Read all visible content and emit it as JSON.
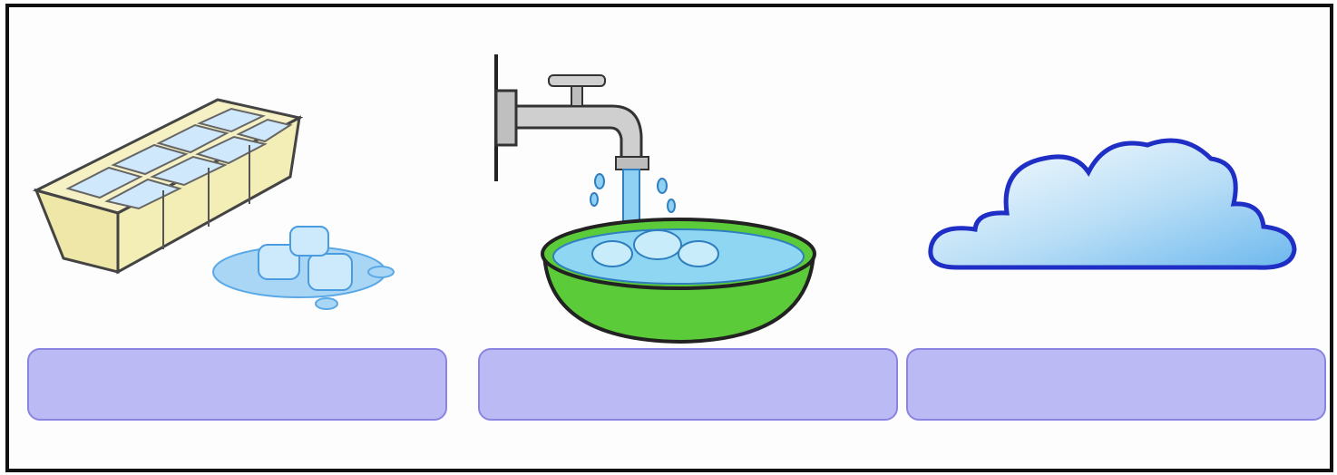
{
  "colors": {
    "slot_fill": "#bcbaf4",
    "slot_border": "#8a85e0",
    "frame": "#111111"
  },
  "pictures": [
    {
      "name": "ice-tray-picture",
      "icon": "ice-cube-tray-with-melting-ice"
    },
    {
      "name": "tap-water-picture",
      "icon": "tap-pouring-water-into-green-basin"
    },
    {
      "name": "cloud-picture",
      "icon": "cloud"
    }
  ],
  "answer_slots": [
    {
      "name": "answer-slot-ice",
      "value": ""
    },
    {
      "name": "answer-slot-water",
      "value": ""
    },
    {
      "name": "answer-slot-cloud",
      "value": ""
    }
  ]
}
